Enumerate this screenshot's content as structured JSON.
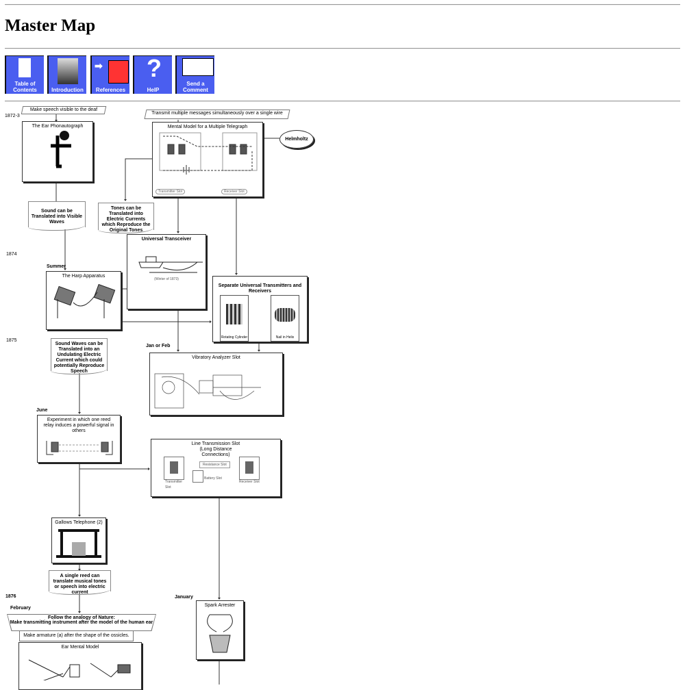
{
  "page_title": "Master Map",
  "nav": [
    {
      "label": "Table of Contents",
      "icon": "contents-icon"
    },
    {
      "label": "Introduction",
      "icon": "portrait-icon"
    },
    {
      "label": "References",
      "icon": "book-icon"
    },
    {
      "label": "HelP",
      "icon": "question-icon"
    },
    {
      "label": "Send a Comment",
      "icon": "envelope-icon"
    }
  ],
  "dates": {
    "y1872": "1872-3",
    "y1874": "1874",
    "summer": "Summer",
    "y1875": "1875",
    "janfeb": "Jan or Feb",
    "june": "June",
    "y1876": "1876",
    "january": "January",
    "february": "February"
  },
  "goals": {
    "deaf": "Make speech visible to the deaf",
    "multiple": "Transmit multiple messages simultaneously over a single wire",
    "nature_1": "Follow the analogy of Nature:",
    "nature_2": "Make transmitting  instrument after the model of the human ear",
    "armature": "Make armature (a) after the shape of the ossicles."
  },
  "boxes": {
    "phonautograph": "The Ear Phonautograph",
    "mental_model": "Mental Model for a Multiple Telegraph",
    "transmitter_slot": "Transmitter Slot",
    "receiver_slot": "Receiver Slot",
    "helmholtz": "Helmholtz",
    "transceiver": "Universal Transceiver",
    "transceiver_caption": "(Winter of 1873)",
    "harp": "The Harp Apparatus",
    "separate": "Separate Universal Transmitters and Receivers",
    "rotating": "Rotating Cylinder",
    "nail": "Nail in Helix",
    "vibratory": "Vibratory Analyzer Slot",
    "experiment": "Experiment in which one reed relay induces a powerful signal in others",
    "line": "Line Transmission Slot (Long Distance Connections)",
    "resistance": "Resistance Slot",
    "battery": "Battery Slot",
    "line_transmitter": "Transmitter Slot",
    "line_receiver": "Receiver Slot",
    "gallows": "Gallows Telephone (2)",
    "spark": "Spark Arrester",
    "ear_model": "Ear Mental Model"
  },
  "insights": {
    "visible": "Sound can be Translated into Visible Waves",
    "tones": "Tones can be Translated into Electric Currents which Reproduce the Original Tones",
    "undulating": "Sound Waves can be Translated into an Undulating Electric Current which could potentially Reproduce Speech",
    "single_reed": "A single reed can translate musical tones or speech into electric current"
  }
}
